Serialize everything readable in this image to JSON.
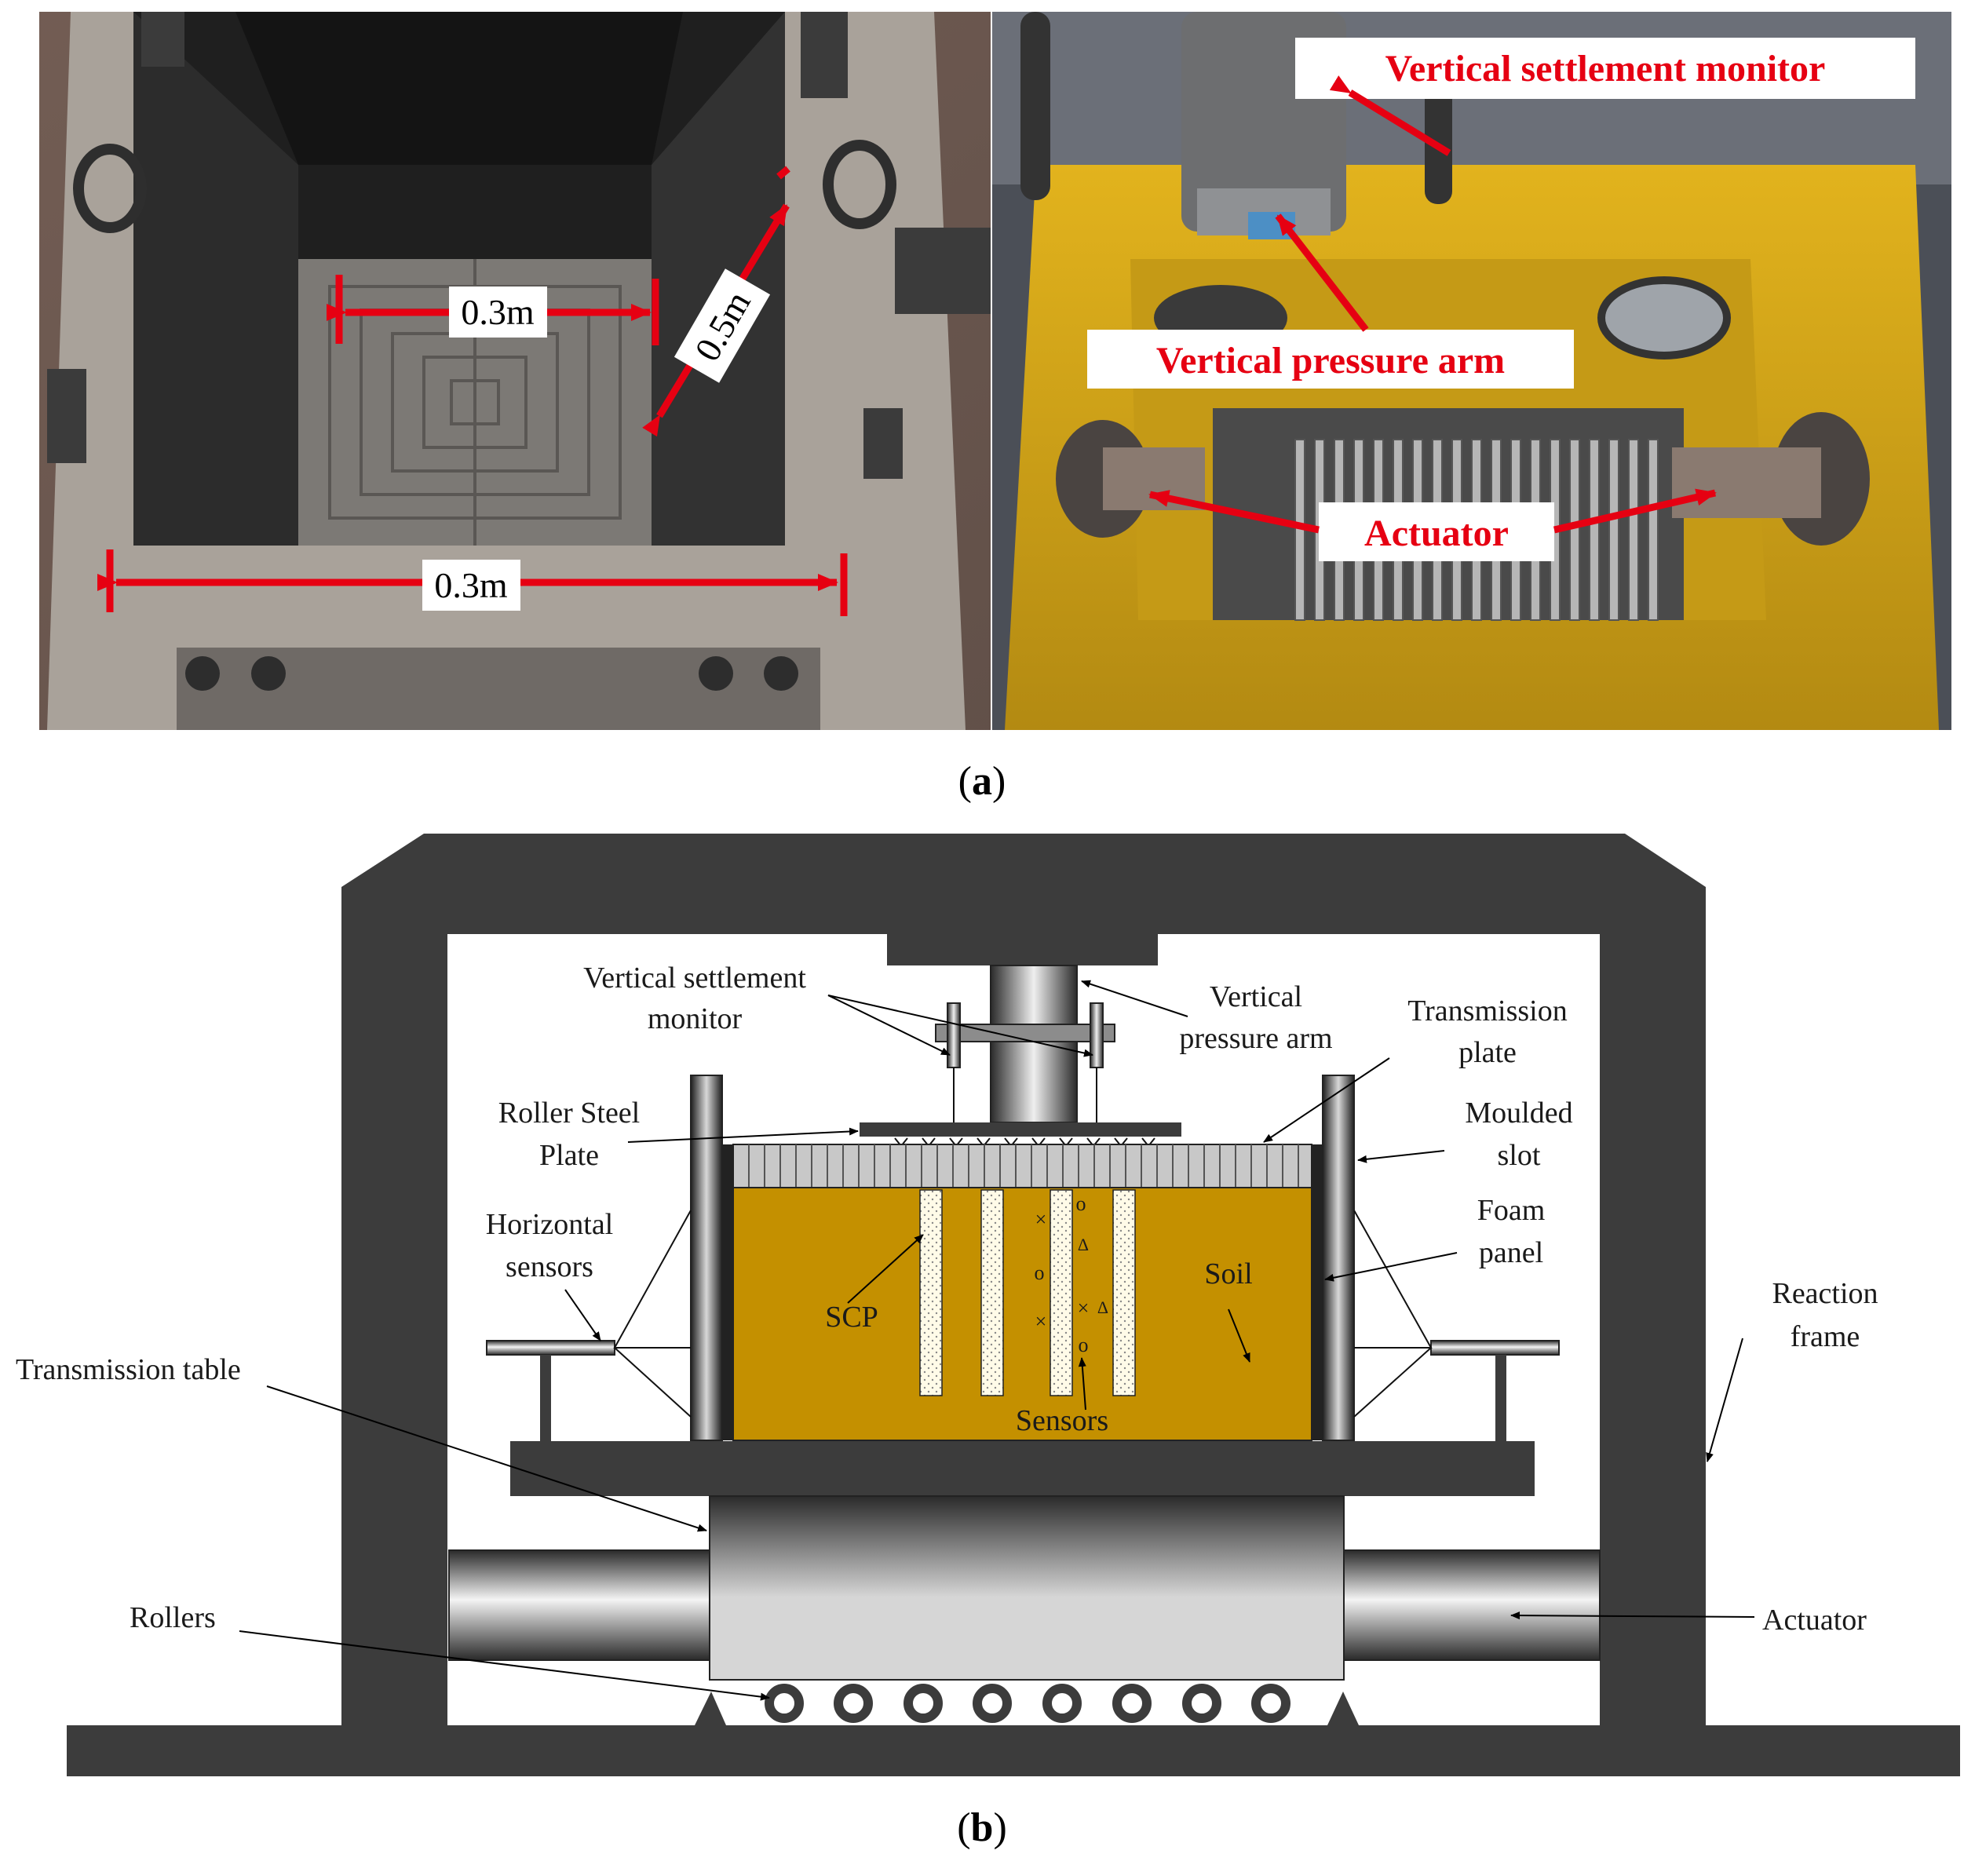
{
  "panel_a": {
    "caption_open": "(",
    "caption_letter": "a",
    "caption_close": ")",
    "left_photo": {
      "dim_inner_width": "0.3m",
      "dim_depth": "0.5m",
      "dim_outer_width": "0.3m"
    },
    "right_photo": {
      "label_settlement_monitor": "Vertical settlement monitor",
      "label_pressure_arm": "Vertical pressure arm",
      "label_actuator": "Actuator"
    }
  },
  "panel_b": {
    "caption_open": "(",
    "caption_letter": "b",
    "caption_close": ")",
    "labels": {
      "vsm_line1": "Vertical settlement",
      "vsm_line2": "monitor",
      "vpa_line1": "Vertical",
      "vpa_line2": "pressure arm",
      "tp_line1": "Transmission",
      "tp_line2": "plate",
      "rsp_line1": "Roller Steel",
      "rsp_line2": "Plate",
      "ms_line1": "Moulded",
      "ms_line2": "slot",
      "hs_line1": "Horizontal",
      "hs_line2": "sensors",
      "fp_line1": "Foam",
      "fp_line2": "panel",
      "soil": "Soil",
      "scp": "SCP",
      "sensors": "Sensors",
      "rf_line1": "Reaction",
      "rf_line2": "frame",
      "transmission_table": "Transmission table",
      "rollers": "Rollers",
      "actuator": "Actuator"
    },
    "sensor_marks": {
      "cross": "×",
      "circle": "o",
      "triangle": "Δ"
    }
  },
  "colors": {
    "frame_dark": "#3c3c3c",
    "soil": "#c49000",
    "annotation_red": "#e60012",
    "steel_light": "#d9d9d9"
  }
}
